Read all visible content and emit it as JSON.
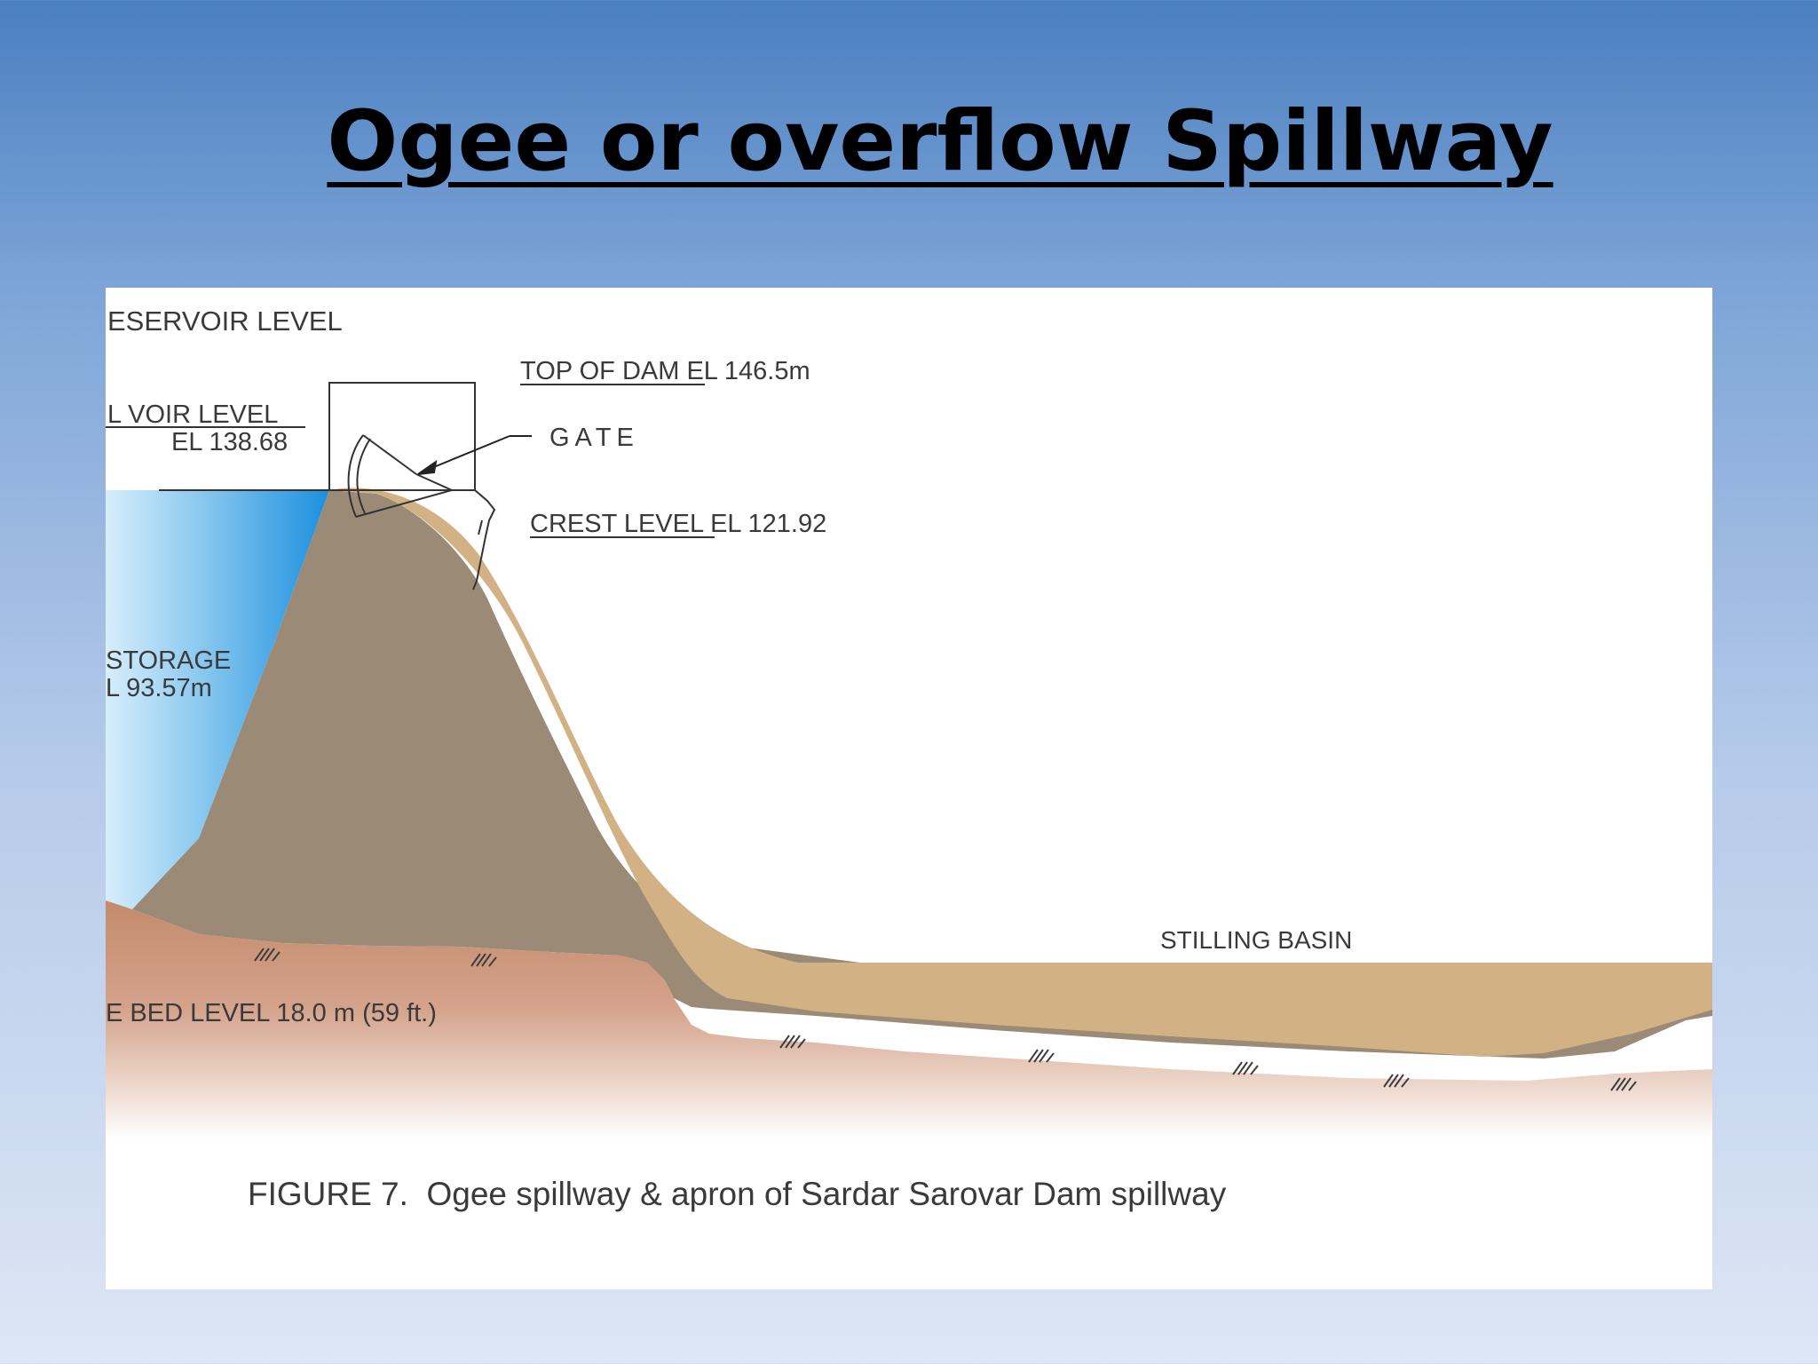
{
  "slide": {
    "title": "Ogee or overflow Spillway"
  },
  "figure": {
    "labels": {
      "reservoir_level": "ESERVOIR LEVEL",
      "top_of_dam": "TOP OF DAM EL 146.5m",
      "full_voir_level_line1": "L VOIR LEVEL",
      "full_voir_level_line2": "EL 138.68",
      "gate": "GATE",
      "crest_level": "CREST LEVEL EL 121.92",
      "storage_line1": "STORAGE",
      "storage_line2": "L 93.57m",
      "stilling_basin": "STILLING BASIN",
      "bed_level": "E BED LEVEL 18.0 m (59 ft.)"
    },
    "caption": "FIGURE 7.  Ogee spillway & apron of Sardar Sarovar Dam spillway",
    "colors": {
      "water": "#2b9be2",
      "concrete": "#9b8a76",
      "overlay": "#d2b185",
      "ground": "#c9957c",
      "line": "#333333"
    }
  }
}
